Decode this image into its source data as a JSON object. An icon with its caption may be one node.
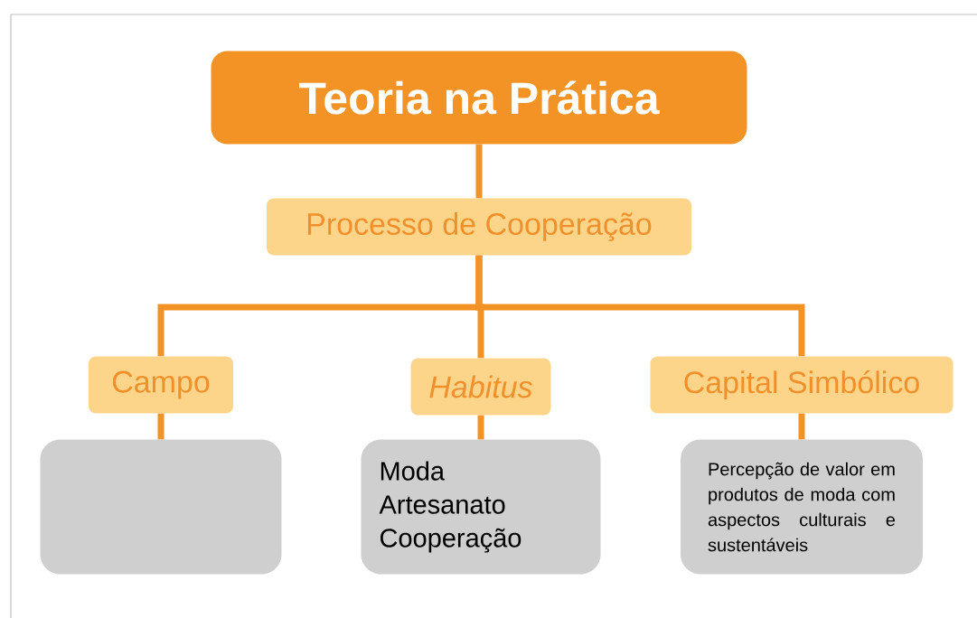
{
  "diagram": {
    "nodes": [
      {
        "text": [
          "Teoria na Prática"
        ]
      },
      {
        "text": [
          "Processo de Cooperação"
        ]
      },
      {
        "text": [
          "Campo"
        ]
      },
      {
        "text": [
          "Habitus"
        ]
      },
      {
        "text": [
          "Capital Simbólico"
        ]
      },
      {
        "text": [],
        "shape": "box"
      },
      {
        "text": [
          "Moda",
          "Artesanato",
          "Cooperação"
        ]
      },
      {
        "text": [
          "Percepção de valor em produtos de moda com aspectos culturais e sustentáveis"
        ]
      }
    ],
    "edges": [
      {
        "from": 0,
        "to": 1,
        "arrow": "none"
      },
      {
        "from": 1,
        "to": 2,
        "arrow": "none"
      },
      {
        "from": 1,
        "to": 3,
        "arrow": "none"
      },
      {
        "from": 1,
        "to": 4,
        "arrow": "none"
      },
      {
        "from": 2,
        "to": 5,
        "arrow": "none"
      },
      {
        "from": 3,
        "to": 6,
        "arrow": "none"
      },
      {
        "from": 4,
        "to": 7,
        "arrow": "none"
      }
    ]
  }
}
